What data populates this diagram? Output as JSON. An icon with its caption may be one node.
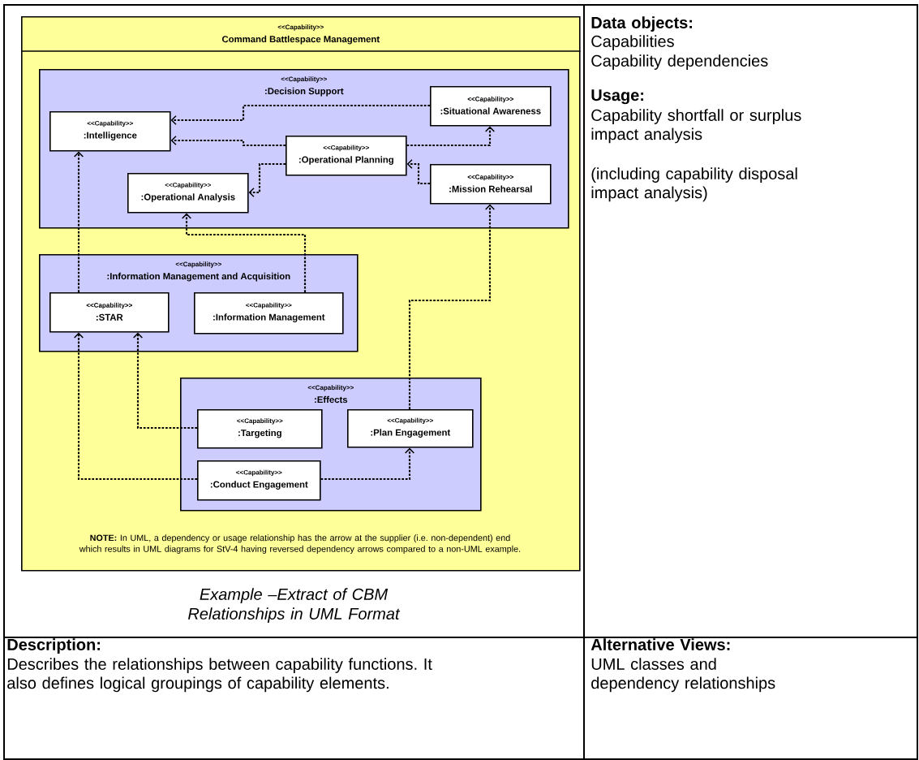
{
  "diagram": {
    "caption": "Example –Extract of CBM Relationships in UML Format",
    "nodes": [
      {
        "text": [
          "<<Capability>>",
          "Command Battlespace Management"
        ]
      },
      {
        "text": [
          "<<Capability>>",
          ":Decision Support"
        ],
        "in": 0
      },
      {
        "text": [
          "<<Capability>>",
          ":Intelligence"
        ],
        "in": 1
      },
      {
        "text": [
          "<<Capability>>",
          ":Situational Awareness"
        ],
        "in": 1
      },
      {
        "text": [
          "<<Capability>>",
          ":Operational Planning"
        ],
        "in": 1
      },
      {
        "text": [
          "<<Capability>>",
          ":Operational Analysis"
        ],
        "in": 1
      },
      {
        "text": [
          "<<Capability>>",
          ":Mission Rehearsal"
        ],
        "in": 1
      },
      {
        "text": [
          "<<Capability>>",
          ":Information Management and Acquisition"
        ],
        "in": 0
      },
      {
        "text": [
          "<<Capability>>",
          ":STAR"
        ],
        "in": 7
      },
      {
        "text": [
          "<<Capability>>",
          ":Information Management"
        ],
        "in": 7
      },
      {
        "text": [
          "<<Capability>>",
          ":Effects"
        ],
        "in": 0
      },
      {
        "text": [
          "<<Capability>>",
          ":Targeting"
        ],
        "in": 10
      },
      {
        "text": [
          "<<Capability>>",
          ":Plan Engagement"
        ],
        "in": 10
      },
      {
        "text": [
          "<<Capability>>",
          ":Conduct Engagement"
        ],
        "in": 10
      }
    ],
    "edges": [
      {
        "from": 3,
        "to": 2,
        "arrow": "to"
      },
      {
        "from": 4,
        "to": 2,
        "arrow": "to"
      },
      {
        "from": 4,
        "to": 3,
        "arrow": "to"
      },
      {
        "from": 4,
        "to": 5,
        "arrow": "to"
      },
      {
        "from": 6,
        "to": 4,
        "arrow": "to"
      },
      {
        "from": 8,
        "to": 2,
        "arrow": "to"
      },
      {
        "from": 9,
        "to": 5,
        "arrow": "to"
      },
      {
        "from": 12,
        "to": 6,
        "arrow": "to"
      },
      {
        "from": 11,
        "to": 8,
        "arrow": "to"
      },
      {
        "from": 13,
        "to": 8,
        "arrow": "to"
      },
      {
        "from": 13,
        "to": 12,
        "arrow": "to"
      }
    ],
    "labels": [
      "**NOTE:** In UML, a dependency or usage relationship has the arrow at the supplier (i.e. non-dependent) end which results in UML diagrams for StV-4 having reversed dependency arrows compared to a non-UML example.",
      "Data objects:",
      "Capabilities",
      "Capability dependencies",
      "Usage:",
      "Capability shortfall or surplus impact analysis",
      "(including capability disposal impact analysis)",
      "Description:",
      "Describes the relationships between capability functions. It also defines logical groupings of capability elements.",
      "Alternative Views:",
      "UML classes and dependency relationships"
    ]
  }
}
